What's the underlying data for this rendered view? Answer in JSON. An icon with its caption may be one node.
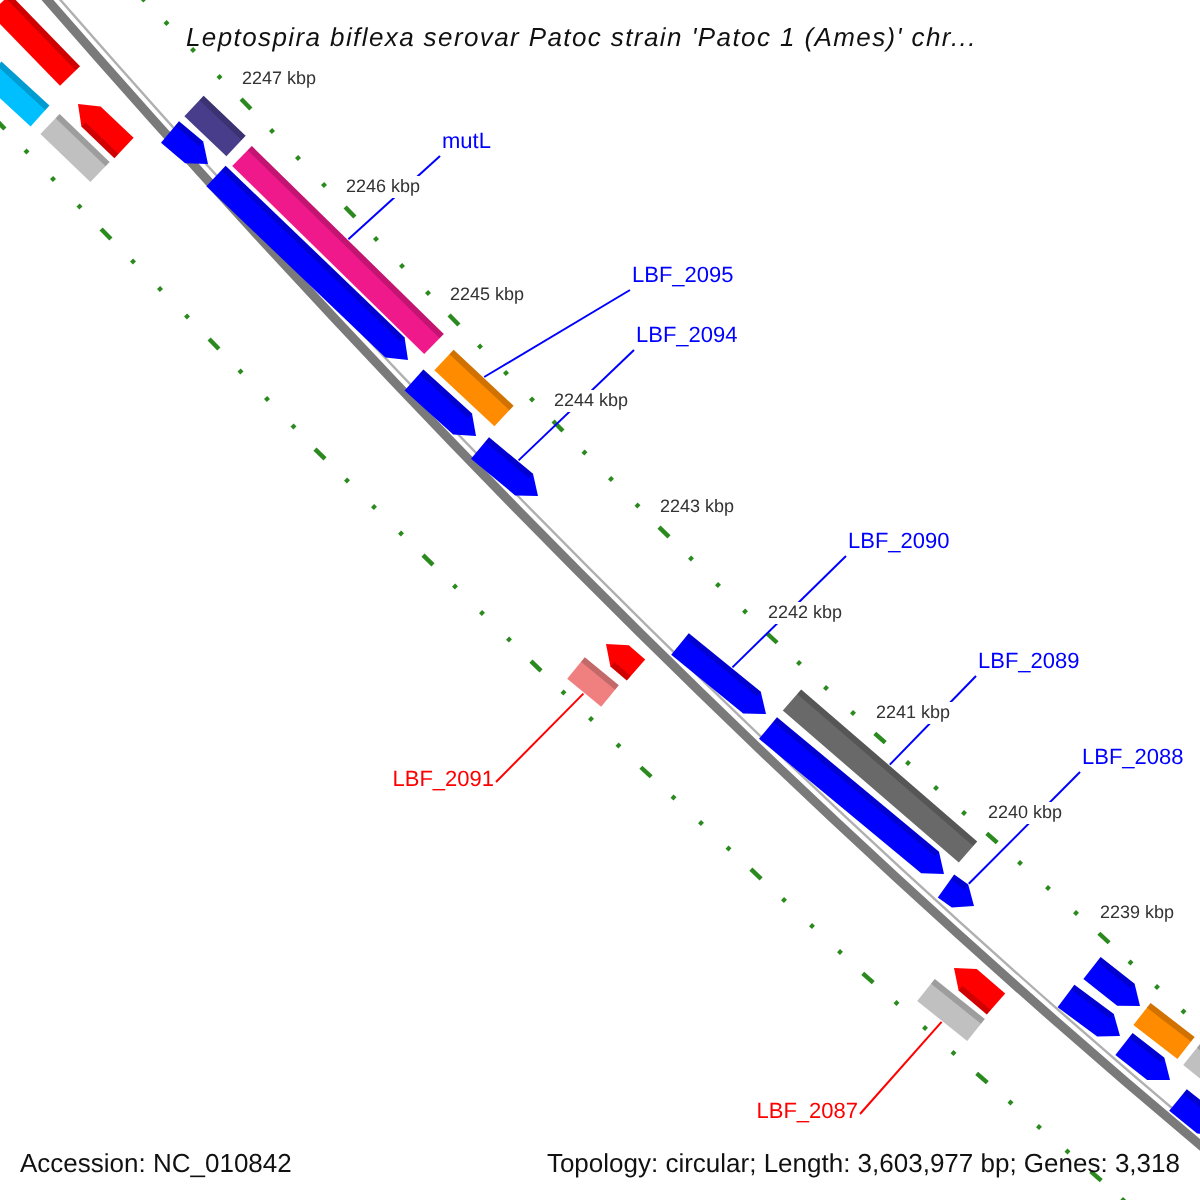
{
  "diagram": {
    "title": "Leptospira biflexa serovar Patoc strain 'Patoc 1 (Ames)' chr...",
    "nodes": [
      {
        "text": [
          "mutL"
        ]
      },
      {
        "text": [
          "LBF_2095"
        ]
      },
      {
        "text": [
          "LBF_2094"
        ]
      },
      {
        "text": [
          "LBF_2090"
        ]
      },
      {
        "text": [
          "LBF_2089"
        ]
      },
      {
        "text": [
          "LBF_2088"
        ]
      },
      {
        "text": [
          "LBF_2091"
        ]
      },
      {
        "text": [
          "LBF_2087"
        ]
      },
      {
        "text": [],
        "shape": "bar"
      },
      {
        "text": [],
        "shape": "bar"
      },
      {
        "text": [],
        "shape": "bar"
      },
      {
        "text": [],
        "shape": "bar"
      },
      {
        "text": [],
        "shape": "bar"
      },
      {
        "text": [],
        "shape": "bar"
      },
      {
        "text": [],
        "shape": "bar"
      },
      {
        "text": [],
        "shape": "bar"
      },
      {
        "text": [],
        "shape": "bar"
      },
      {
        "text": [],
        "shape": "bar"
      },
      {
        "text": [],
        "shape": "bar"
      },
      {
        "text": [],
        "shape": "bar"
      },
      {
        "text": [],
        "shape": "bar"
      },
      {
        "text": [],
        "shape": "bar"
      },
      {
        "text": [],
        "shape": "bar"
      },
      {
        "text": [],
        "shape": "bar"
      },
      {
        "text": [],
        "shape": "bar"
      },
      {
        "text": [],
        "shape": "bar"
      },
      {
        "text": [],
        "shape": "bar"
      },
      {
        "text": [],
        "shape": "bar"
      },
      {
        "text": [],
        "shape": "bar"
      },
      {
        "text": [],
        "shape": "bar"
      },
      {
        "text": [],
        "shape": "bar"
      },
      {
        "text": [],
        "shape": "bar"
      },
      {
        "text": [],
        "shape": "bar"
      }
    ],
    "edges": [
      {
        "from": 0,
        "to": 14,
        "arrow": "none"
      },
      {
        "from": 1,
        "to": 16,
        "arrow": "none"
      },
      {
        "from": 2,
        "to": 18,
        "arrow": "none"
      },
      {
        "from": 3,
        "to": 21,
        "arrow": "none"
      },
      {
        "from": 4,
        "to": 22,
        "arrow": "none"
      },
      {
        "from": 5,
        "to": 24,
        "arrow": "none"
      },
      {
        "from": 6,
        "to": 20,
        "arrow": "none",
        "color": "#ff0000"
      },
      {
        "from": 7,
        "to": 27,
        "arrow": "none",
        "color": "#ff0000"
      }
    ],
    "labels": [
      "2247 kbp",
      "2246 kbp",
      "2245 kbp",
      "2244 kbp",
      "2243 kbp",
      "2242 kbp",
      "2241 kbp",
      "2240 kbp",
      "2239 kbp",
      "Accession: NC_010842",
      "Topology: circular; Length: 3,603,977 bp; Genes: 3,318"
    ]
  }
}
